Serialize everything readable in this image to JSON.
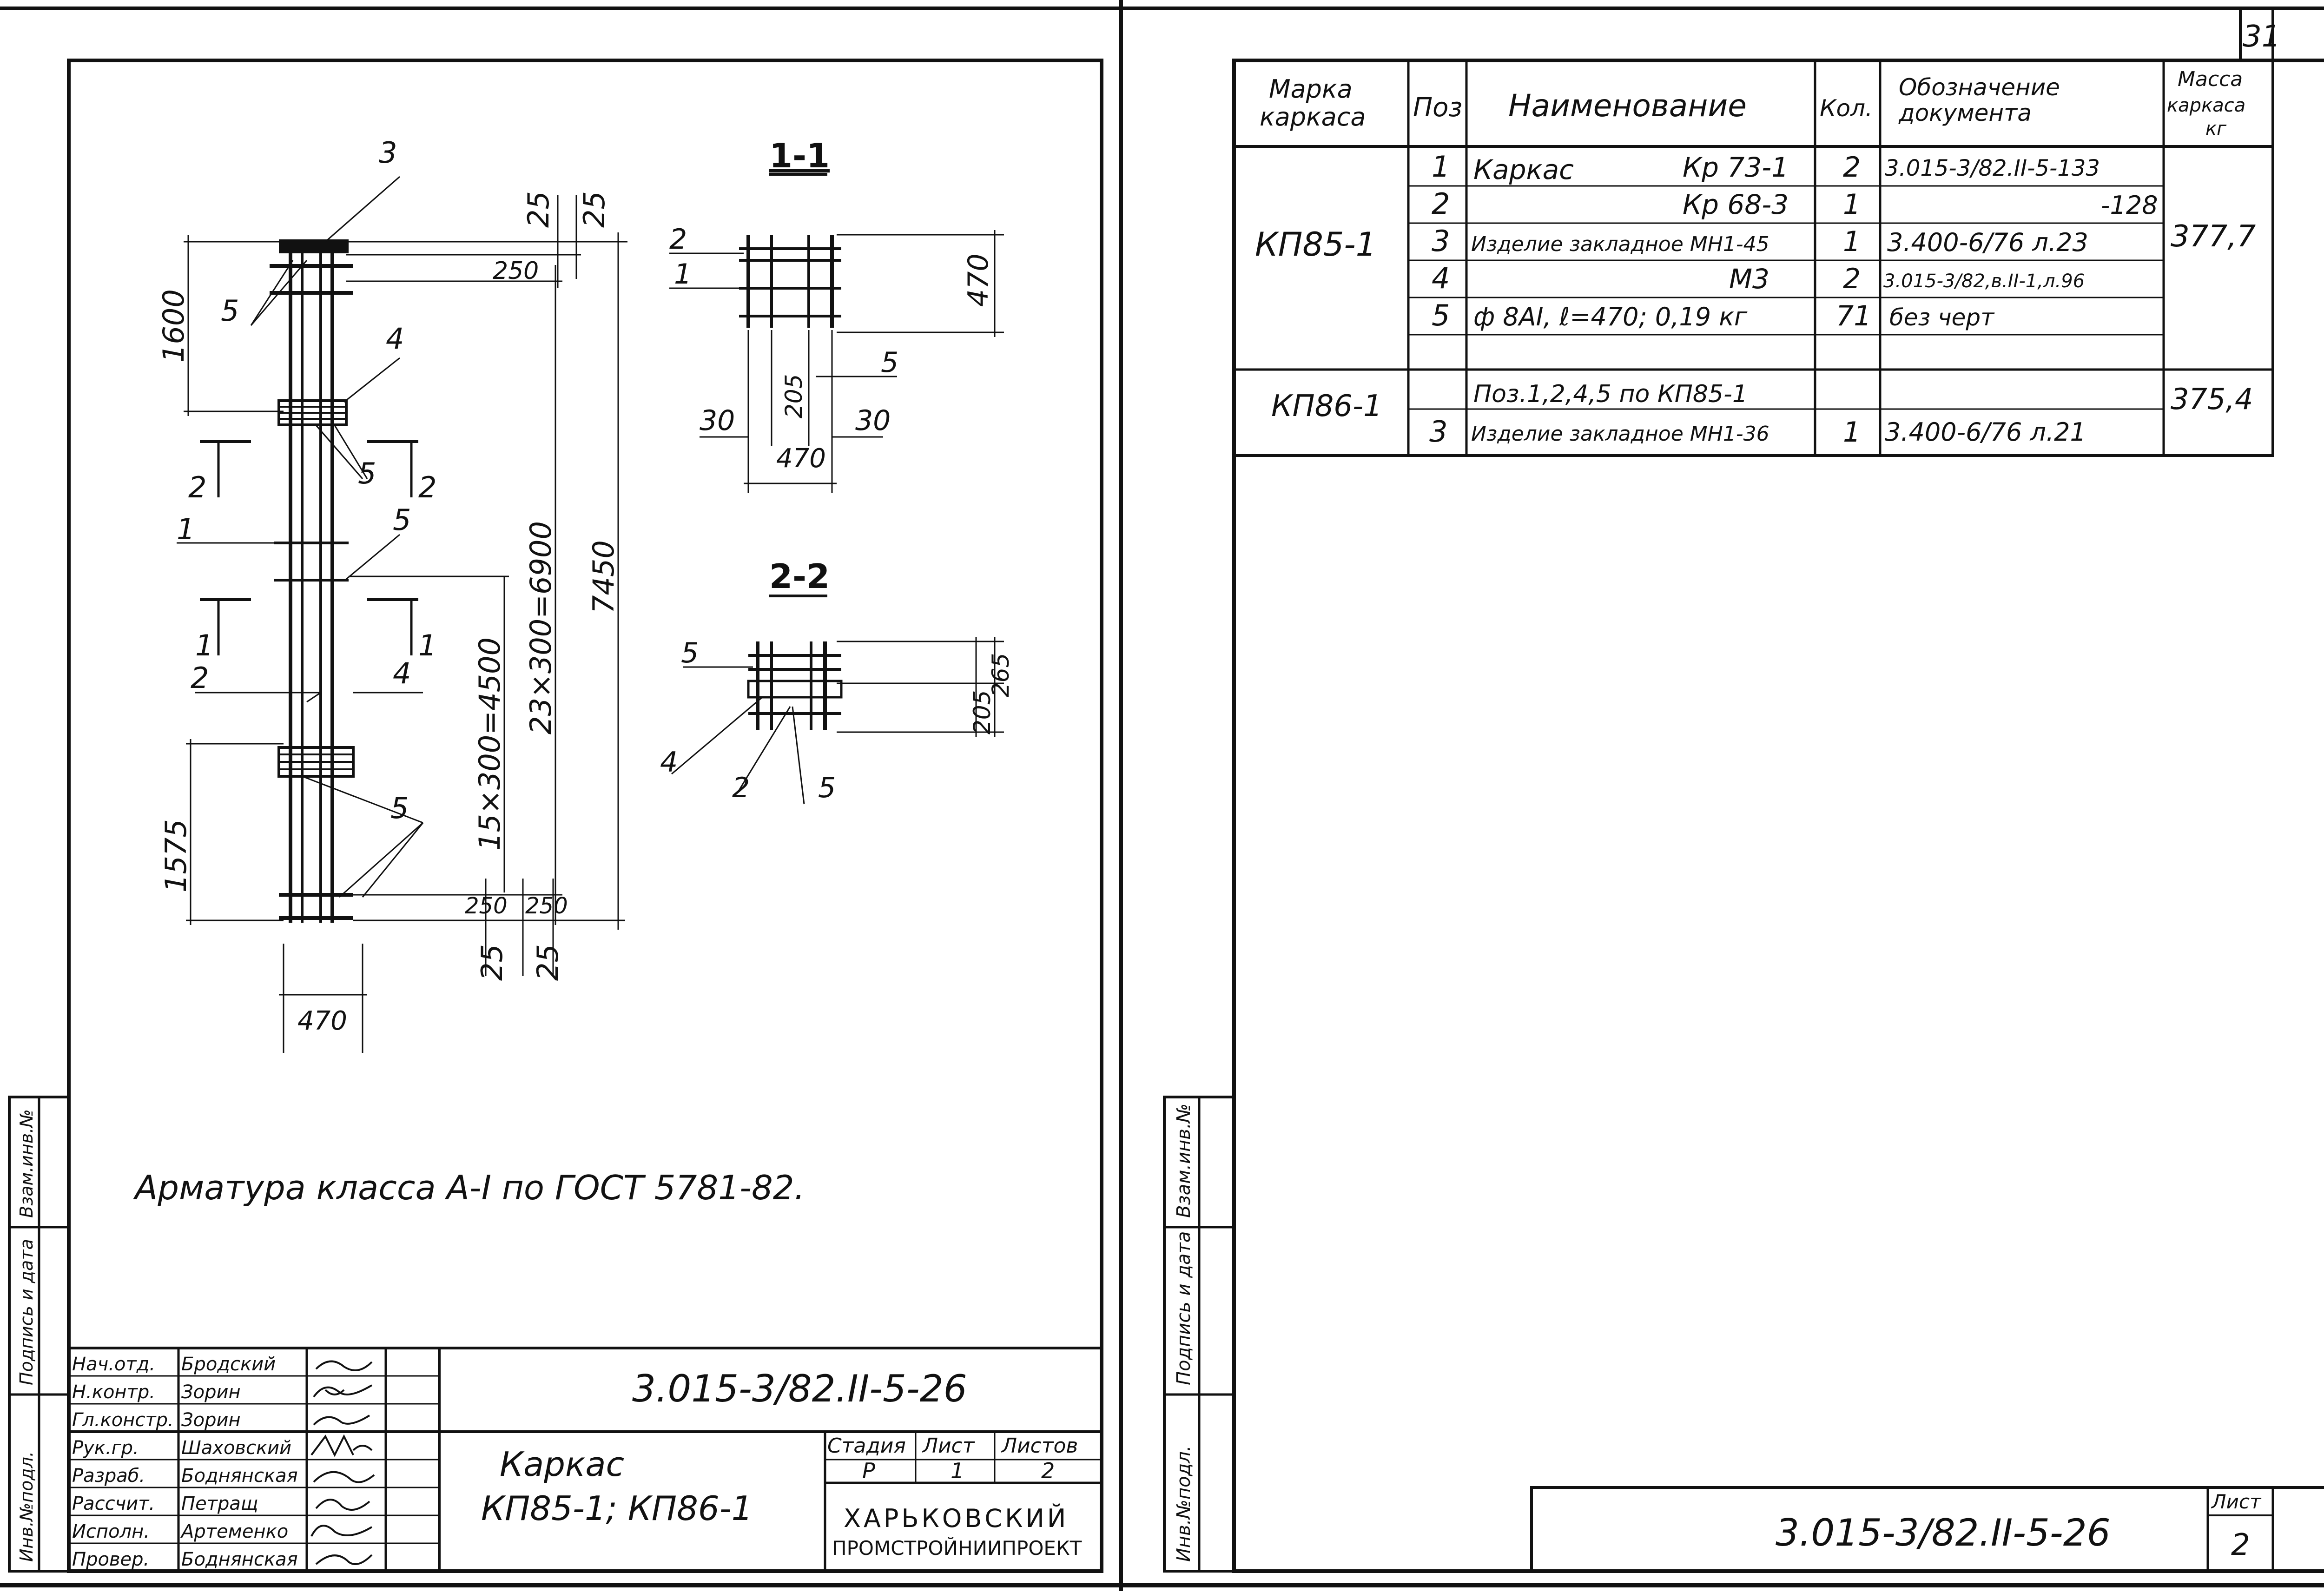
{
  "page_number": "31",
  "left_sheet": {
    "drawing": {
      "section_1_title": "1-1",
      "section_2_title": "2-2",
      "elev": {
        "d_1600": "1600",
        "d_25a": "25",
        "d_25b": "25",
        "d_250": "250",
        "d_7450": "7450",
        "d_6900": "23×300=6900",
        "d_4500": "15×300=4500",
        "d_1575": "1575",
        "d_250b": "250",
        "d_250c": "250",
        "d_25c": "25",
        "d_25d": "25",
        "d_470": "470",
        "p3": "3",
        "p5a": "5",
        "p4a": "4",
        "p5b": "5",
        "p1": "1",
        "p5c": "5",
        "p2": "2",
        "p4b": "4",
        "p5d": "5",
        "cut2a": "2",
        "cut2b": "2",
        "cut1a": "1",
        "cut1b": "1"
      },
      "sec1": {
        "p2": "2",
        "p1": "1",
        "d_470v": "470",
        "d_205": "205",
        "p5": "5",
        "d_30a": "30",
        "d_30b": "30",
        "d_470h": "470"
      },
      "sec2": {
        "p5a": "5",
        "d_265": "265",
        "d_205": "205",
        "p4": "4",
        "p2": "2",
        "p5b": "5"
      }
    },
    "note": "Арматура класса А-I по ГОСТ 5781-82.",
    "side_stamps": [
      "Инв.№подл.",
      "Подпись и дата",
      "Взам.инв.№"
    ],
    "title_block": {
      "doc_code": "3.015-3/82.II-5-26",
      "title_line1": "Каркас",
      "title_line2": "КП85-1; КП86-1",
      "stage_header": "Стадия",
      "sheet_header": "Лист",
      "sheets_header": "Листов",
      "stage": "Р",
      "sheet": "1",
      "sheets": "2",
      "org_line1": "ХАРЬКОВСКИЙ",
      "org_line2": "ПРОМСТРОЙНИИПРОЕКТ",
      "signatories": [
        {
          "role": "Нач.отд.",
          "name": "Бродский"
        },
        {
          "role": "Н.контр.",
          "name": "Зорин"
        },
        {
          "role": "Гл.констр.",
          "name": "Зорин"
        },
        {
          "role": "Рук.гр.",
          "name": "Шаховский"
        },
        {
          "role": "Разраб.",
          "name": "Боднянская"
        },
        {
          "role": "Рассчит.",
          "name": "Петращ"
        },
        {
          "role": "Исполн.",
          "name": "Артеменко"
        },
        {
          "role": "Провер.",
          "name": "Боднянская"
        }
      ]
    }
  },
  "right_sheet": {
    "table": {
      "headers": {
        "mark": [
          "Марка",
          "каркаса"
        ],
        "pos": "Поз",
        "name": "Наименование",
        "qty": "Кол.",
        "doc": [
          "Обозначение",
          "документа"
        ],
        "mass": [
          "Масса",
          "каркаса",
          "кг"
        ]
      },
      "groups": [
        {
          "mark": "КП85-1",
          "mass": "377,7",
          "rows": [
            {
              "pos": "1",
              "name": "Каркас",
              "name_ref": "Кр 73-1",
              "qty": "2",
              "doc": "3.015-3/82.II-5-133"
            },
            {
              "pos": "2",
              "name": "",
              "name_ref": "Кр 68-3",
              "qty": "1",
              "doc": "-128"
            },
            {
              "pos": "3",
              "name": "Изделие закладное МН1-45",
              "name_ref": "",
              "qty": "1",
              "doc": "3.400-6/76 л.23"
            },
            {
              "pos": "4",
              "name": "",
              "name_ref": "М3",
              "qty": "2",
              "doc": "3.015-3/82,в.II-1,л.96"
            },
            {
              "pos": "5",
              "name": "ф 8АI, ℓ=470; 0,19 кг",
              "name_ref": "",
              "qty": "71",
              "doc": "без черт"
            }
          ]
        },
        {
          "mark": "КП86-1",
          "mass": "375,4",
          "rows": [
            {
              "pos": "",
              "name": "Поз.1,2,4,5 по КП85-1",
              "name_ref": "",
              "qty": "",
              "doc": ""
            },
            {
              "pos": "3",
              "name": "Изделие закладное МН1-36",
              "name_ref": "",
              "qty": "1",
              "doc": "3.400-6/76 л.21"
            }
          ]
        }
      ]
    },
    "side_stamps": [
      "Инв.№подл.",
      "Подпись и дата",
      "Взам.инв.№"
    ],
    "doc_code": "3.015-3/82.II-5-26",
    "sheet_label": "Лист",
    "sheet_number": "2"
  }
}
